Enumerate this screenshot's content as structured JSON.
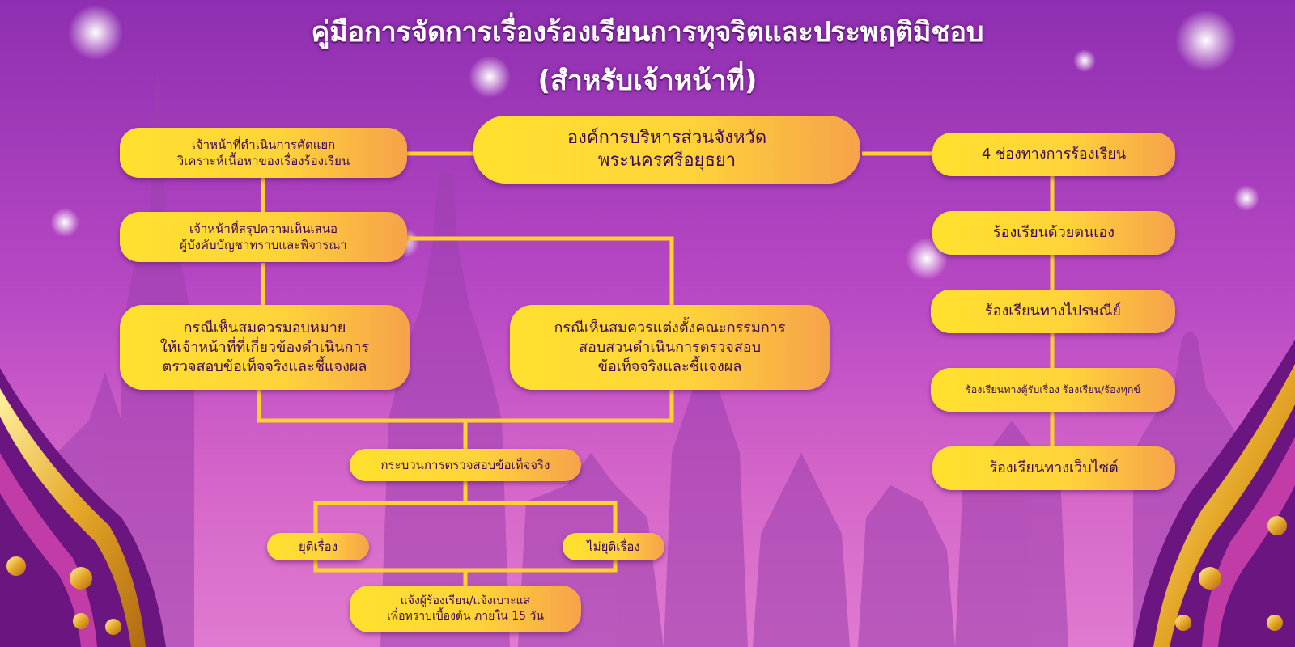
{
  "title": {
    "line1": "คู่มือการจัดการเรื่องร้องเรียนการทุจริตและประพฤติมิชอบ",
    "line2": "(สำหรับเจ้าหน้าที่)"
  },
  "org": {
    "line1": "องค์การบริหารส่วนจังหวัด",
    "line2": "พระนครศรีอยุธยา"
  },
  "steps": {
    "screening": {
      "line1": "เจ้าหน้าที่ดำเนินการคัดแยก",
      "line2": "วิเคราะห์เนื้อหาของเรื่องร้องเรียน"
    },
    "summary": {
      "line1": "เจ้าหน้าที่สรุปความเห็นเสนอ",
      "line2": "ผู้บังคับบัญชาทราบและพิจารณา"
    },
    "assign": {
      "line1": "กรณีเห็นสมควรมอบหมาย",
      "line2": "ให้เจ้าหน้าที่ที่เกี่ยวข้องดำเนินการ",
      "line3": "ตรวจสอบข้อเท็จจริงและชี้แจงผล"
    },
    "committee": {
      "line1": "กรณีเห็นสมควรแต่งตั้งคณะกรรมการ",
      "line2": "สอบสวนดำเนินการตรวจสอบ",
      "line3": "ข้อเท็จจริงและชี้แจงผล"
    },
    "process": "กระบวนการตรวจสอบข้อเท็จจริง",
    "end": "ยุติเรื่อง",
    "not_end": "ไม่ยุติเรื่อง",
    "notify": {
      "line1": "แจ้งผู้ร้องเรียน/แจ้งเบาะแส",
      "line2": "เพื่อทราบเบื้องต้น ภายใน 15 วัน"
    }
  },
  "channels": {
    "header": "4 ช่องทางการร้องเรียน",
    "items": [
      "ร้องเรียนด้วยตนเอง",
      "ร้องเรียนทางไปรษณีย์",
      "ร้องเรียนทางตู้รับเรื่อง ร้องเรียน/ร้องทุกข์",
      "ร้องเรียนทางเว็บไซต์"
    ]
  },
  "colors": {
    "connector": "#ffd22e",
    "node_start": "#ffe12e",
    "node_end": "#f6a24a",
    "text": "#3a0a55"
  }
}
